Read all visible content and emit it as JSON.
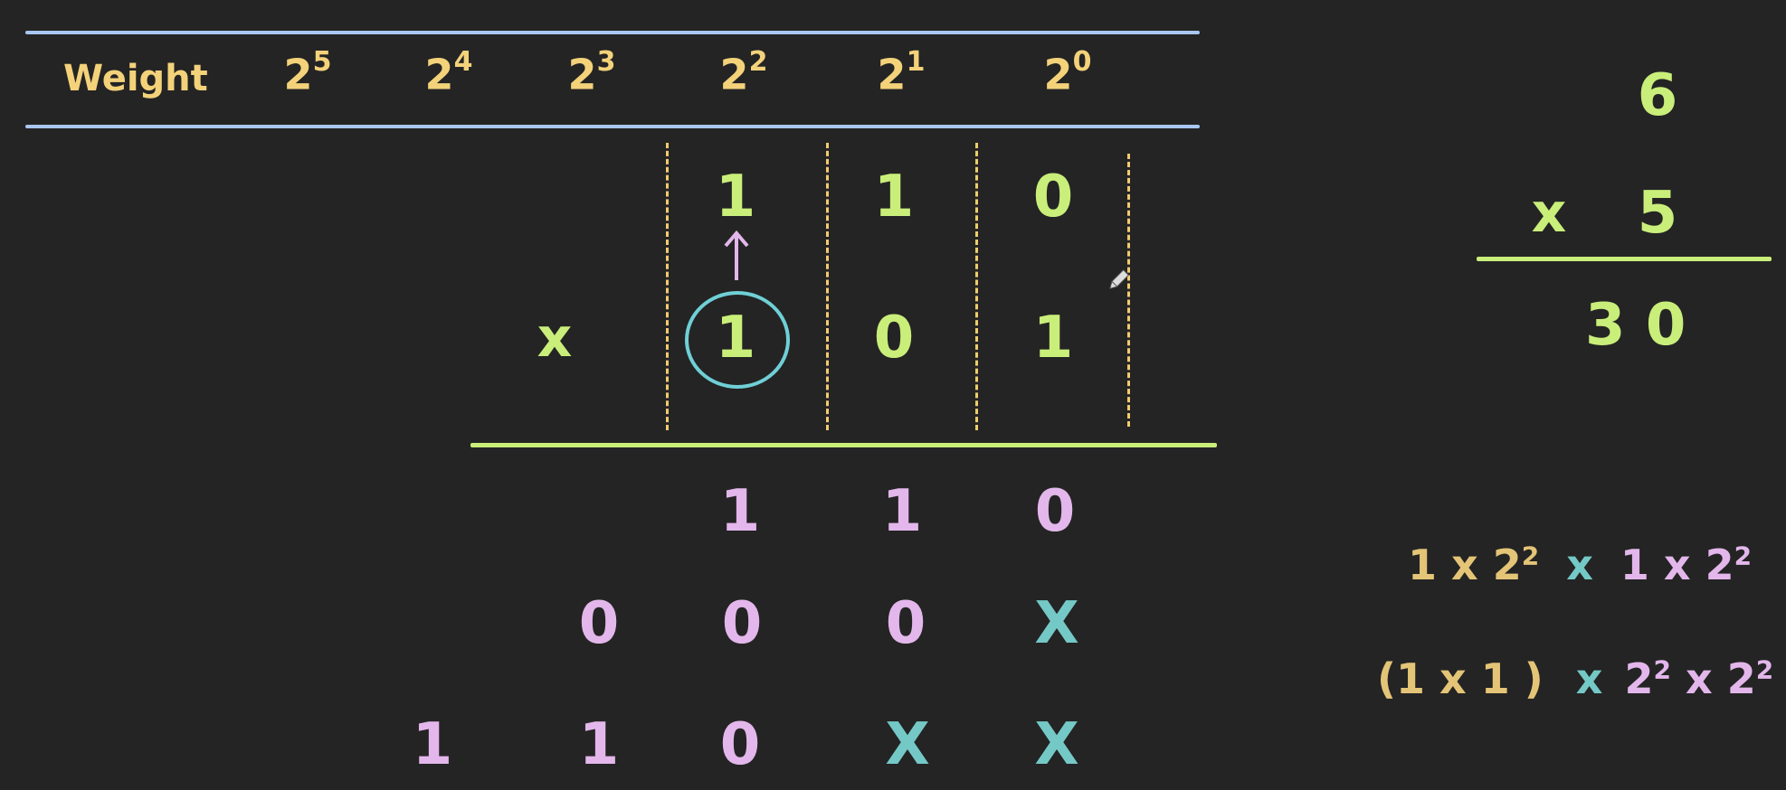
{
  "header": {
    "weight_label": "Weight",
    "weights": [
      {
        "base": "2",
        "exp": "5"
      },
      {
        "base": "2",
        "exp": "4"
      },
      {
        "base": "2",
        "exp": "3"
      },
      {
        "base": "2",
        "exp": "2"
      },
      {
        "base": "2",
        "exp": "1"
      },
      {
        "base": "2",
        "exp": "0"
      }
    ]
  },
  "multiplicand": [
    "1",
    "1",
    "0"
  ],
  "multiplier": {
    "sign": "x",
    "digits": [
      "1",
      "0",
      "1"
    ]
  },
  "partials": {
    "row1": [
      "1",
      "1",
      "0"
    ],
    "row2": [
      "0",
      "0",
      "0",
      "X"
    ],
    "row3": [
      "1",
      "1",
      "0",
      "X",
      "X"
    ]
  },
  "decimal": {
    "top": "6",
    "sign": "x",
    "bottom": "5",
    "result": "3 0"
  },
  "formulas": {
    "line1": {
      "a": "1 x 2",
      "a_exp": "2",
      "op": "x",
      "b": "1 x 2",
      "b_exp": "2"
    },
    "line2": {
      "a": "(1 x 1 )",
      "op": "x",
      "b1": "2",
      "b1_exp": "2",
      "mid": " x ",
      "b2": "2",
      "b2_exp": "2"
    }
  },
  "icons": {
    "arrow": "up-arrow-icon",
    "pencil": "pencil-cursor-icon"
  },
  "colors": {
    "background": "#242424",
    "header_lines": "#a8c6f0",
    "weights": "#f3d27a",
    "operands": "#c9ee7a",
    "partials": "#e3b7eb",
    "placeholders": "#74c9c7",
    "dashed": "#f1cc6e",
    "circle": "#6fd0d6"
  }
}
